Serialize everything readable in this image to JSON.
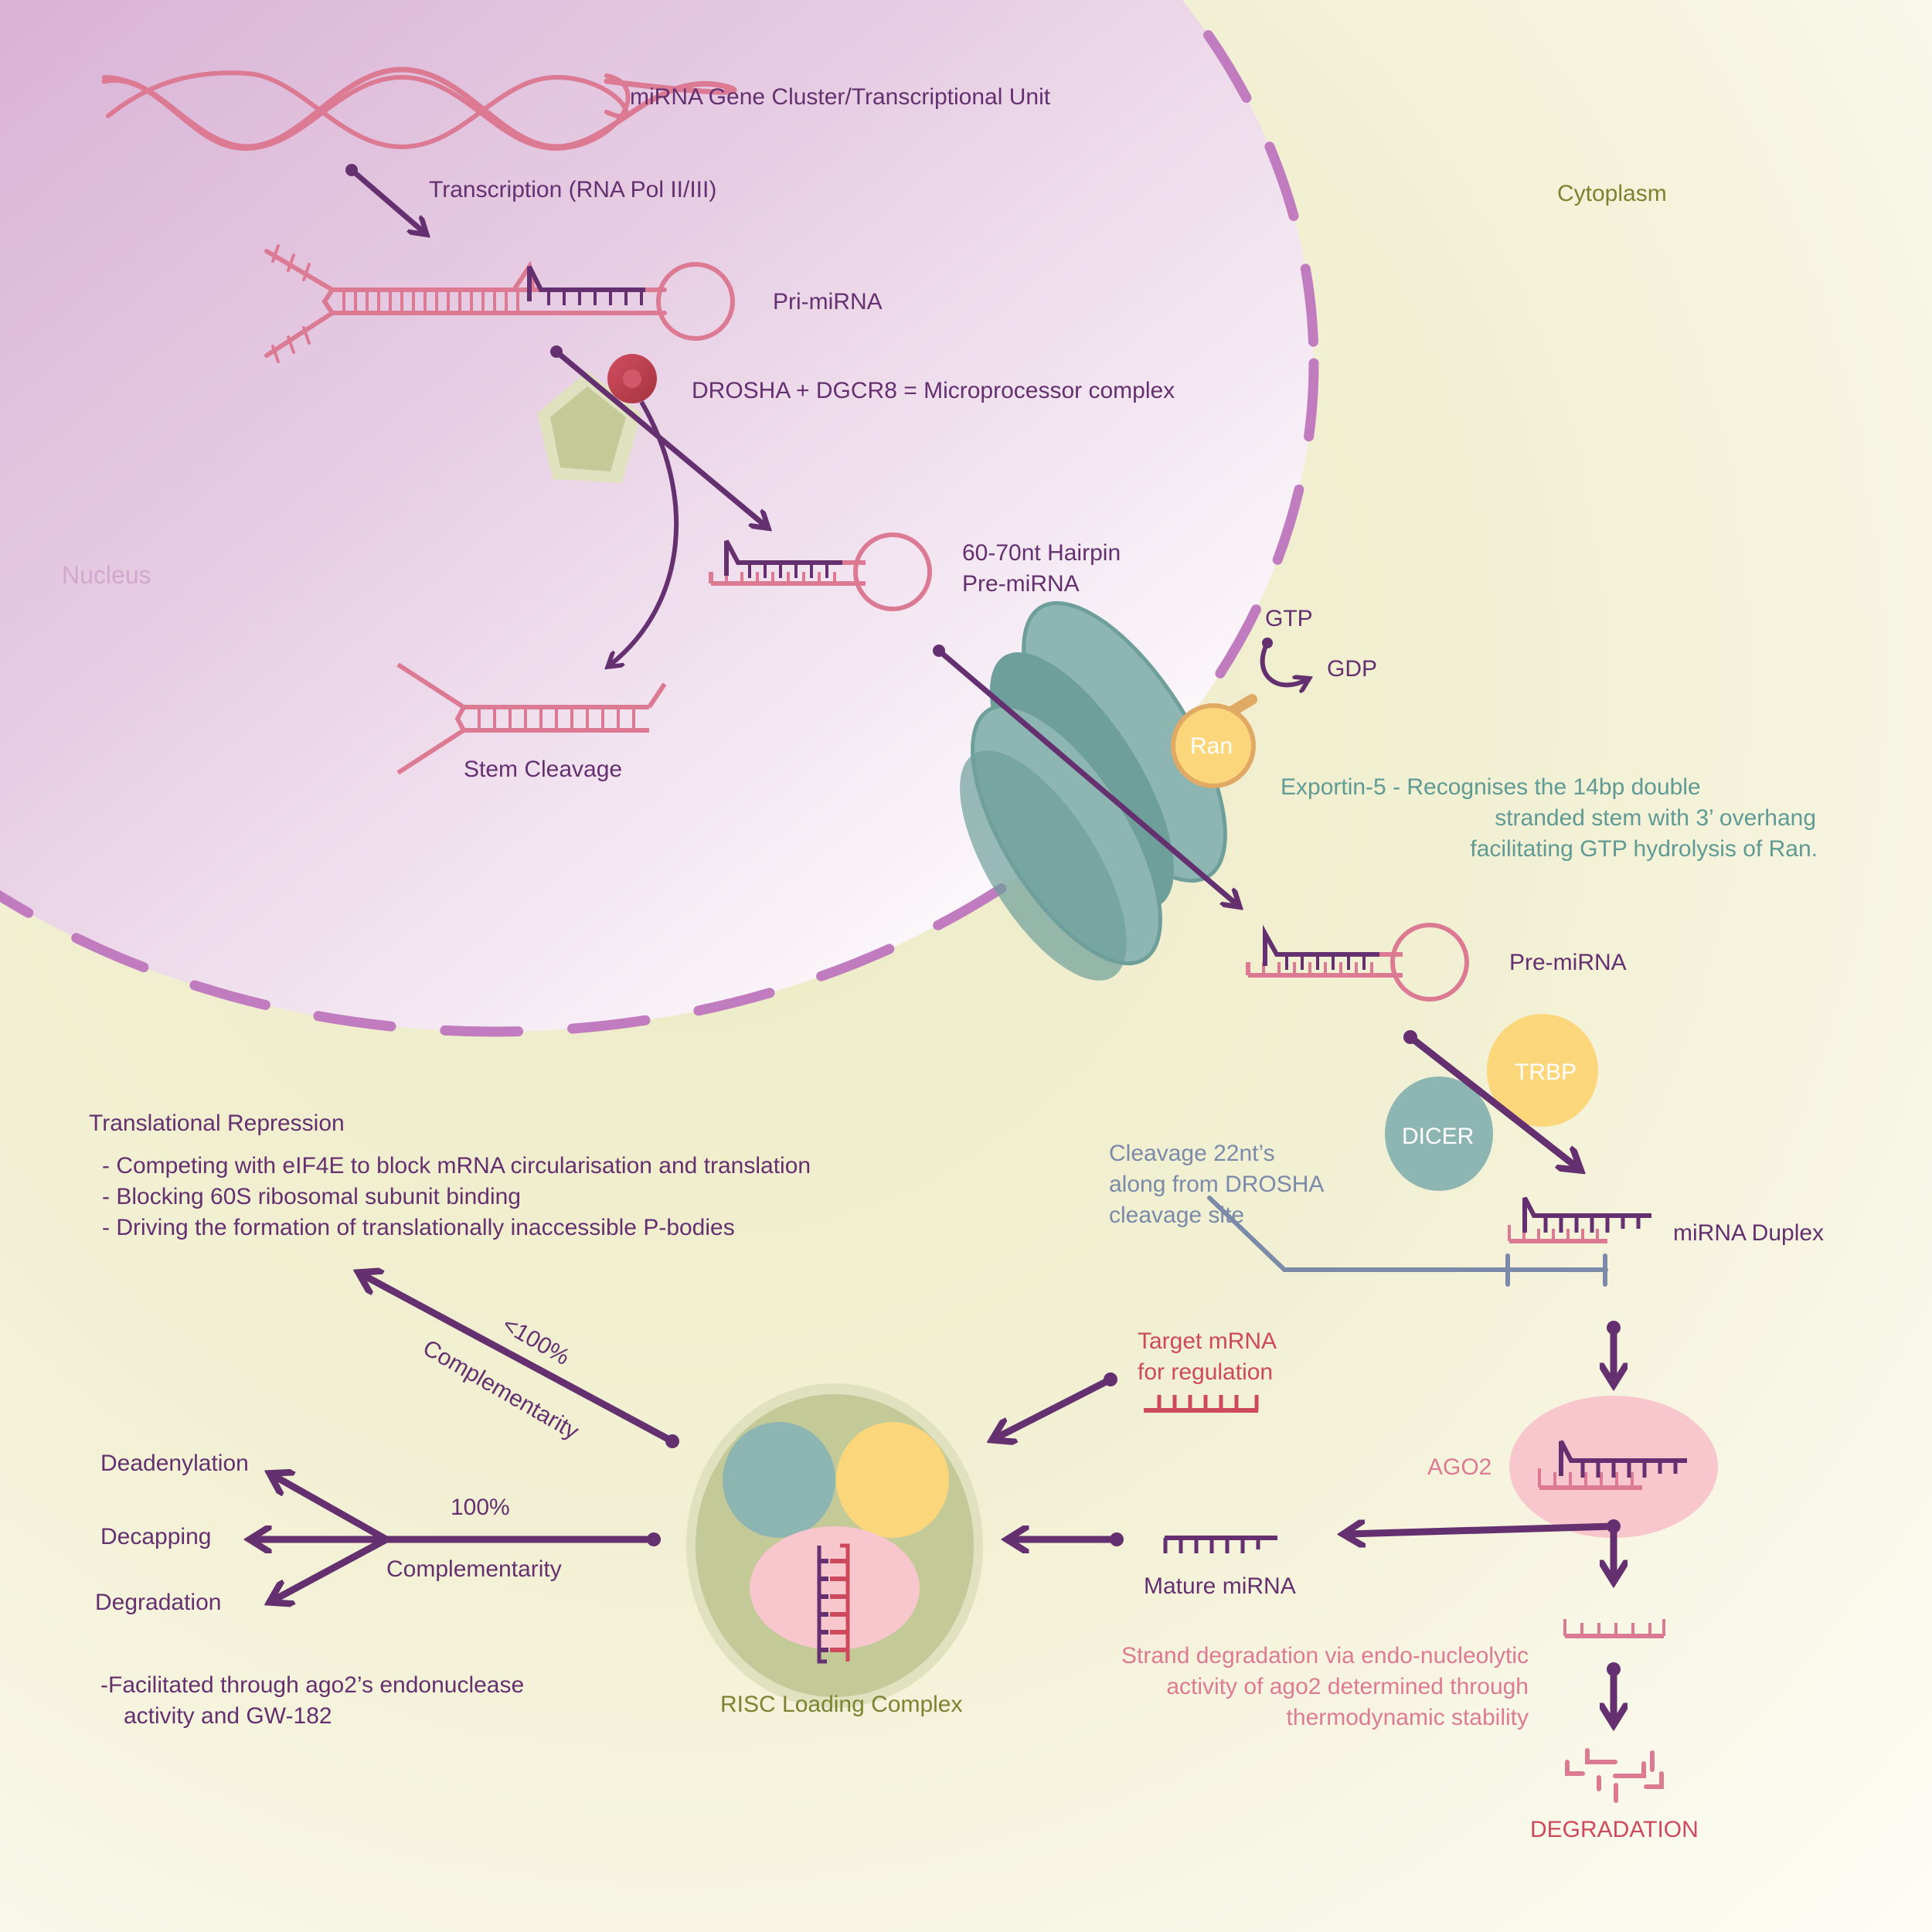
{
  "regions": {
    "nucleus": "Nucleus",
    "cytoplasm": "Cytoplasm"
  },
  "colors": {
    "arrow": "#64306f",
    "rna_pink": "#dd7a93",
    "membrane": "#c07cbf",
    "exportin": "#8db6b2",
    "ran": "#fbd67b",
    "dicer": "#8db6b2",
    "trbp": "#fbd67b",
    "drosha": "#c9485a",
    "dgcr8": "#c4c998",
    "ago2": "#f8c6cd",
    "target_mrna": "#cc4a5b"
  },
  "labels": {
    "gene_cluster": "miRNA Gene Cluster/Transcriptional Unit",
    "transcription": "Transcription (RNA Pol II/III)",
    "pri_mirna": "Pri-miRNA",
    "microprocessor": "DROSHA + DGCR8 = Microprocessor complex",
    "hairpin_line1": "60-70nt Hairpin",
    "hairpin_line2": "Pre-miRNA",
    "stem_cleavage": "Stem Cleavage",
    "gtp": "GTP",
    "gdp": "GDP",
    "ran": "Ran",
    "exportin_line1": "Exportin-5 - Recognises the 14bp double",
    "exportin_line2": "stranded stem with 3’ overhang",
    "exportin_line3": "facilitating GTP hydrolysis of Ran.",
    "pre_mirna_cyto": "Pre-miRNA",
    "trbp": "TRBP",
    "dicer": "DICER",
    "cleavage_line1": "Cleavage 22nt’s",
    "cleavage_line2": "along from DROSHA",
    "cleavage_line3": "cleavage site",
    "duplex": "miRNA Duplex",
    "ago2": "AGO2",
    "target_line1": "Target mRNA",
    "target_line2": "for regulation",
    "mature": "Mature miRNA",
    "strand_line1": "Strand degradation via endo-nucleolytic",
    "strand_line2": "activity of ago2 determined through",
    "strand_line3": "thermodynamic stability",
    "degradation_final": "DEGRADATION",
    "risc": "RISC Loading Complex",
    "translational_title": "Translational Repression",
    "translational_items": [
      "Competing with eIF4E to block mRNA circularisation and translation",
      "Blocking 60S ribosomal subunit binding",
      "Driving the formation of translationally inaccessible P-bodies"
    ],
    "partial_pct": "<100%",
    "partial_comp": "Complementarity",
    "full_pct": "100%",
    "full_comp": "Complementarity",
    "outcome_deadenylation": "Deadenylation",
    "outcome_decapping": "Decapping",
    "outcome_degradation": "Degradation",
    "facilitated_line1": "-Facilitated through ago2’s endonuclease",
    "facilitated_line2": "activity and GW-182"
  }
}
